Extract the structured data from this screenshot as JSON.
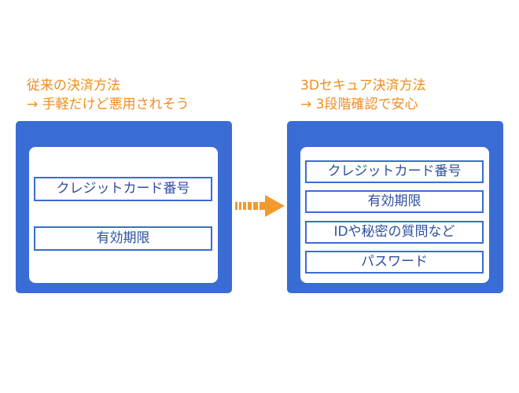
{
  "left": {
    "caption_line1": "従来の決済方法",
    "caption_line2": "→ 手軽だけど悪用されそう",
    "fields": [
      "クレジットカード番号",
      "有効期限"
    ]
  },
  "right": {
    "caption_line1": "3Dセキュア決済方法",
    "caption_line2": "→ 3段階確認で安心",
    "fields": [
      "クレジットカード番号",
      "有効期限",
      "IDや秘密の質問など",
      "パスワード"
    ]
  },
  "colors": {
    "caption": "#f08d1f",
    "panel": "#3a6cd5",
    "field_text": "#2f4f9f",
    "arrow": "#f29a2e"
  },
  "icons": {
    "arrow": "right-arrow-icon"
  }
}
